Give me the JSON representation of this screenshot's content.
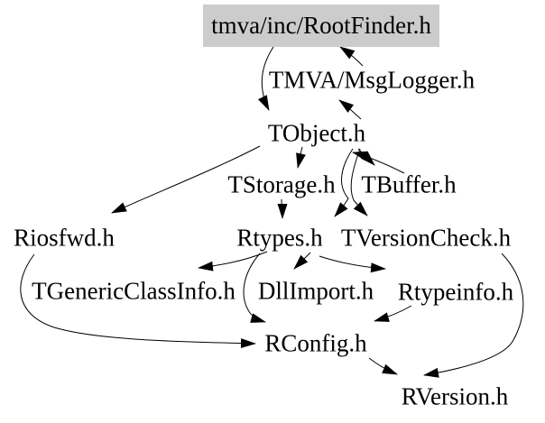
{
  "title": "tmva/inc/RootFinder.h include dependency graph",
  "colors": {
    "background": "#ffffff",
    "edge": "#000000",
    "text": "#000000",
    "root_node_highlight": "#cccccc"
  },
  "graph": {
    "nodes": {
      "rootfinder": {
        "label": "tmva/inc/RootFinder.h",
        "highlighted": true
      },
      "msglogger": {
        "label": "TMVA/MsgLogger.h",
        "highlighted": false
      },
      "tobject": {
        "label": "TObject.h",
        "highlighted": false
      },
      "tstorage": {
        "label": "TStorage.h",
        "highlighted": false
      },
      "tbuffer": {
        "label": "TBuffer.h",
        "highlighted": false
      },
      "riosfwd": {
        "label": "Riosfwd.h",
        "highlighted": false
      },
      "rtypes": {
        "label": "Rtypes.h",
        "highlighted": false
      },
      "tversioncheck": {
        "label": "TVersionCheck.h",
        "highlighted": false
      },
      "tgenericclassinfo": {
        "label": "TGenericClassInfo.h",
        "highlighted": false
      },
      "dllimport": {
        "label": "DllImport.h",
        "highlighted": false
      },
      "rtypeinfo": {
        "label": "Rtypeinfo.h",
        "highlighted": false
      },
      "rconfig": {
        "label": "RConfig.h",
        "highlighted": false
      },
      "rversion": {
        "label": "RVersion.h",
        "highlighted": false
      }
    },
    "edges": [
      {
        "from": "rootfinder",
        "to": "tobject"
      },
      {
        "from": "msglogger",
        "to": "rootfinder"
      },
      {
        "from": "tobject",
        "to": "msglogger"
      },
      {
        "from": "tobject",
        "to": "riosfwd"
      },
      {
        "from": "tobject",
        "to": "tstorage"
      },
      {
        "from": "tbuffer",
        "to": "tobject"
      },
      {
        "from": "tobject",
        "to": "tbuffer"
      },
      {
        "from": "tstorage",
        "to": "rtypes"
      },
      {
        "from": "tobject",
        "to": "rtypes"
      },
      {
        "from": "tobject",
        "to": "tversioncheck"
      },
      {
        "from": "rtypes",
        "to": "tgenericclassinfo"
      },
      {
        "from": "rtypes",
        "to": "dllimport"
      },
      {
        "from": "rtypes",
        "to": "rtypeinfo"
      },
      {
        "from": "rtypes",
        "to": "rconfig"
      },
      {
        "from": "riosfwd",
        "to": "rconfig"
      },
      {
        "from": "rtypeinfo",
        "to": "rconfig"
      },
      {
        "from": "tversioncheck",
        "to": "rversion"
      },
      {
        "from": "rconfig",
        "to": "rversion"
      }
    ]
  }
}
